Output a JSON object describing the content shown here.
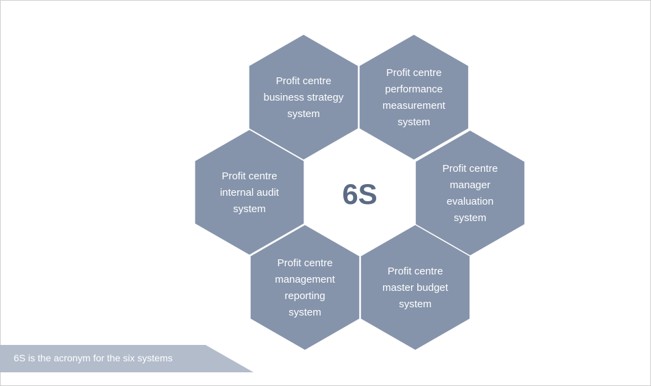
{
  "diagram": {
    "center_label": "6S",
    "colors": {
      "hexagon_fill": "#8594ab",
      "hexagon_text": "#ffffff",
      "center_text": "#5b6b85",
      "caption_fill": "#b3bccb"
    },
    "hexagons": [
      {
        "id": "top-left",
        "lines": [
          "Profit centre",
          "business strategy",
          "system"
        ]
      },
      {
        "id": "top-right",
        "lines": [
          "Profit centre",
          "performance",
          "measurement",
          "system"
        ]
      },
      {
        "id": "right",
        "lines": [
          "Profit centre",
          "manager",
          "evaluation",
          "system"
        ]
      },
      {
        "id": "bottom-right",
        "lines": [
          "Profit centre",
          "master budget",
          "system"
        ]
      },
      {
        "id": "bottom-left",
        "lines": [
          "Profit centre",
          "management",
          "reporting",
          "system"
        ]
      },
      {
        "id": "left",
        "lines": [
          "Profit centre",
          "internal audit",
          "system"
        ]
      }
    ]
  },
  "caption": {
    "text": "6S is the acronym for the six systems"
  }
}
